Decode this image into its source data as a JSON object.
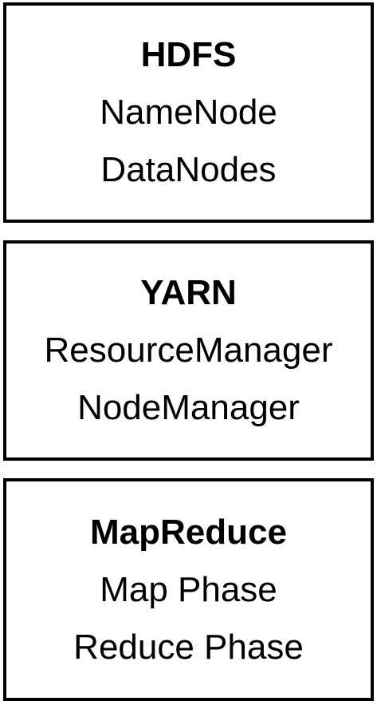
{
  "layers": [
    {
      "title": "HDFS",
      "items": [
        "NameNode",
        "DataNodes"
      ]
    },
    {
      "title": "YARN",
      "items": [
        "ResourceManager",
        "NodeManager"
      ]
    },
    {
      "title": "MapReduce",
      "items": [
        "Map Phase",
        "Reduce Phase"
      ]
    }
  ],
  "colors": {
    "border": "#000000",
    "background": "#ffffff",
    "text": "#000000"
  }
}
